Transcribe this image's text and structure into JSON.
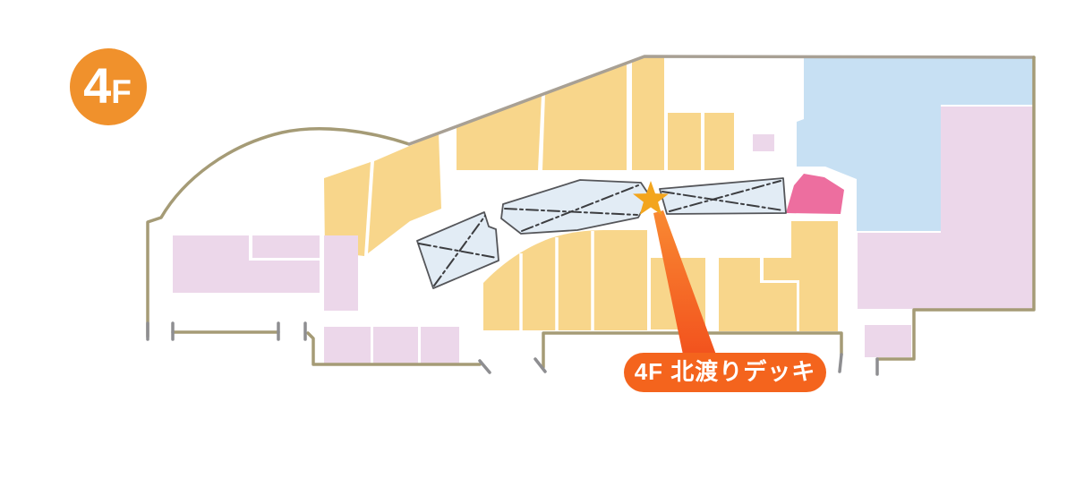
{
  "floor_badge": {
    "number": "4",
    "suffix": "F"
  },
  "callout": {
    "text": "4F 北渡りデッキ"
  },
  "marker": {
    "icon": "star-icon"
  },
  "colors": {
    "badge_orange": "#f0912c",
    "callout_orange": "#f4641d",
    "callout_text": "#ffffff",
    "beam_top": "#f98b33",
    "beam_bottom": "#f2511d",
    "star_gold": "#f3a51d",
    "shop_yellow": "#f8d68b",
    "shop_lavender": "#ecd7ea",
    "anchor_store_blue": "#c7e0f3",
    "deck_blue": "#e2ecf5",
    "highlight_pink": "#ed6e9f",
    "outline_olive": "#a59b76",
    "outline_gray": "#a8a094",
    "tick_gray": "#8e8e91",
    "badge_text": "#ffffff"
  }
}
